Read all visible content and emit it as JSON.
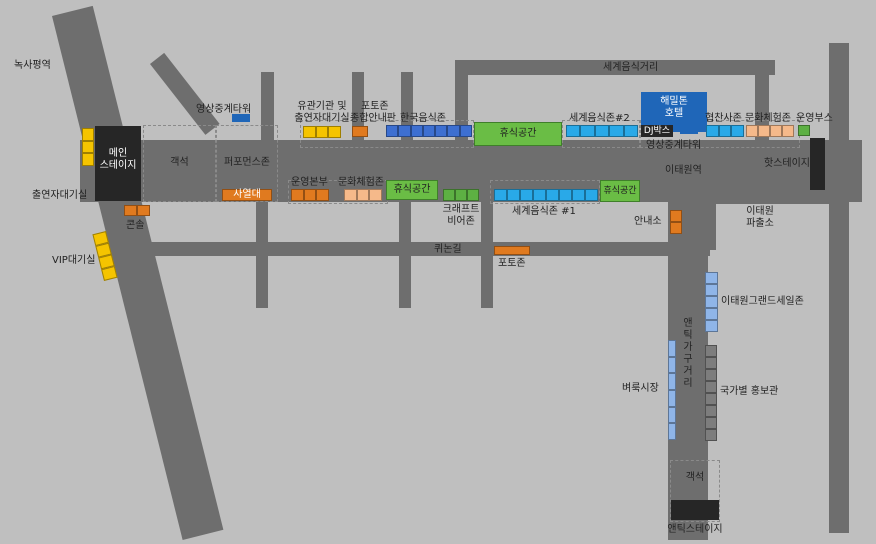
{
  "colors": {
    "background": "#bfbfbf",
    "road": "#6e6e6e",
    "stage": "#262626",
    "rest_area": "#6abd45",
    "hotel": "#1f66b8",
    "booth_yellow": "#f5c400",
    "booth_orange": "#e07a1f",
    "booth_peach": "#f5b98a",
    "booth_blue": "#3d6fd1",
    "booth_cyan": "#29a9e8",
    "booth_lightblue": "#8fb5e8",
    "booth_gray": "#7d7d7d",
    "booth_green": "#5db043"
  },
  "labels": {
    "noksapyeong": "녹사평역",
    "main_stage": "메인\n스테이지",
    "seating": "객석",
    "performance_zone": "퍼포먼스존",
    "performer_waiting_left": "출연자대기실",
    "console": "콘솔",
    "vip_waiting": "VIP대기실",
    "video_relay_tower_left": "영상중계타워",
    "org_performer_waiting": "유관기관 및\n출연자대기실",
    "photo_zone_top": "포토존",
    "info_center": "종합안내판",
    "korean_food_zone": "한국음식존",
    "rest_area_top": "휴식공간",
    "world_food_street": "세계음식거리",
    "world_food_zone_2": "세계음식존#2",
    "hamilton_hotel": "해밀톤\n호텔",
    "dj_box": "DJ박스",
    "video_relay_tower_right": "영상중계타워",
    "sponsor_zone": "협찬사존",
    "culture_experience_zone_right": "문화체험존",
    "operation_booth": "운영부스",
    "hot_stage": "핫스테이지",
    "itaewon_station": "이태원역",
    "sajeondae": "사열대",
    "operation_hq": "운영본부",
    "culture_experience_zone_left": "문화체험존",
    "rest_area_mid": "휴식공간",
    "craft_beer_zone": "크래프트\n비어존",
    "world_food_zone_1": "세계음식존 #1",
    "rest_area_right": "휴식공간",
    "info_booth": "안내소",
    "itaewon_police": "이태원\n파출소",
    "queen_street": "퀴논길",
    "photo_zone_bottom": "포토존",
    "grand_sale_zone": "이태원그랜드세일존",
    "antique_street": "앤틱가구거리",
    "flea_market": "벼룩시장",
    "country_pr_hall": "국가별 홍보관",
    "seating_bottom": "객석",
    "antique_stage": "앤틱스테이지"
  }
}
